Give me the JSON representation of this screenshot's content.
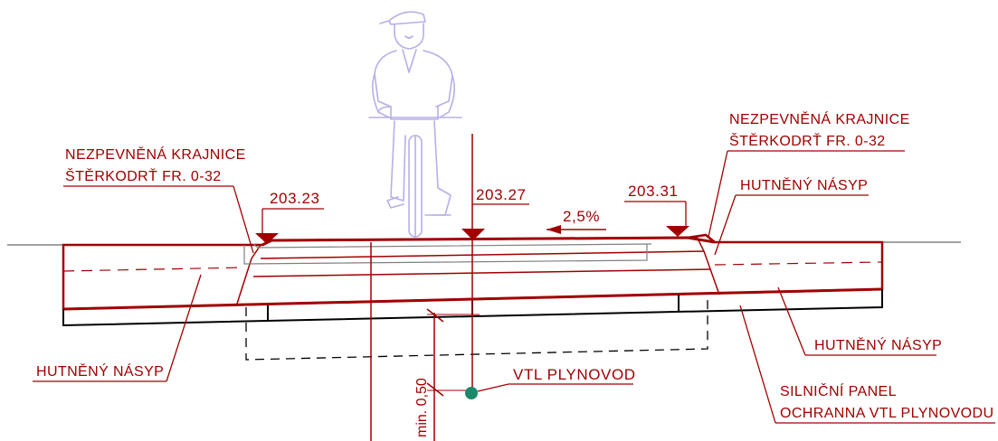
{
  "labels": {
    "left_shoulder_line1": "NEZPEVNĚNÁ KRAJNICE",
    "left_shoulder_line2": "ŠTĚRKODRŤ FR. 0-32",
    "right_shoulder_line1": "NEZPEVNĚNÁ KRAJNICE",
    "right_shoulder_line2": "ŠTĚRKODRŤ FR. 0-32",
    "right_embankment_top": "HUTNĚNÝ NÁSYP",
    "right_embankment_mid": "HUTNĚNÝ NÁSYP",
    "left_embankment": "HUTNĚNÝ NÁSYP",
    "gas_pipeline": "VTL PLYNOVOD",
    "panel_line1": "SILNIČNÍ PANEL",
    "panel_line2": "OCHRANNA VTL PLYNOVODU",
    "min_depth": "min. 0,50"
  },
  "elevations": {
    "left": "203.23",
    "center": "203.27",
    "right": "203.31"
  },
  "slope": "2,5%",
  "colors": {
    "annotation": "#a00000",
    "structure": "#000000",
    "terrain": "#808080",
    "cyclist": "#b9aee8",
    "pipe": "#1a8a6a"
  },
  "icons": {
    "cyclist": "cyclist-figure",
    "elevation_marker": "triangle-down-marker",
    "pipe": "pipeline-dot"
  }
}
